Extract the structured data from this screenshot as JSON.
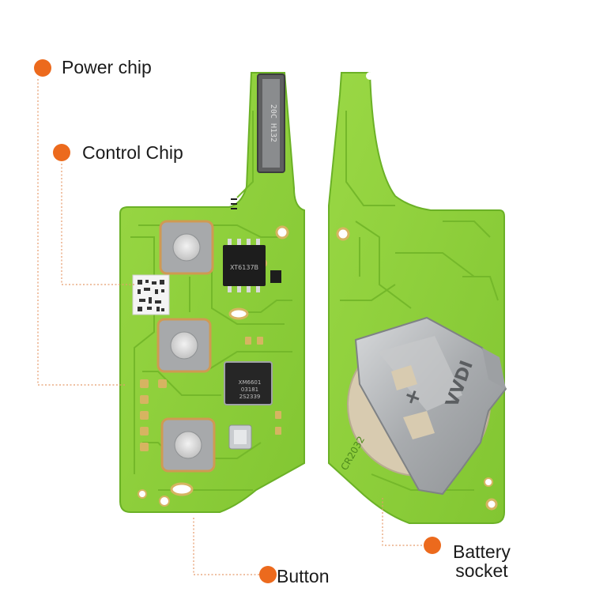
{
  "callouts": {
    "power_chip": "Power chip",
    "control_chip": "Control Chip",
    "button": "Button",
    "battery_socket_line1": "Battery",
    "battery_socket_line2": "socket"
  },
  "board_markings": {
    "front_chip_1": "XT6137B",
    "front_chip_2_line1": "XM6601",
    "front_chip_2_line2": "03181",
    "front_chip_2_line3": "2S2339",
    "front_connector": "20C H132",
    "back_battery_type": "CR2032",
    "back_clip_brand": "VVDI",
    "back_clip_plus": "+"
  },
  "colors": {
    "accent_dot": "#ec6a1d",
    "leader_line": "#e59a6a",
    "pcb_green": "#8fd23a",
    "pcb_trace": "#74b82a",
    "pcb_edge": "#5ea020",
    "pad_gold": "#d6b461",
    "chip_black": "#1d1d1d",
    "metal": "#b9bcbf"
  }
}
